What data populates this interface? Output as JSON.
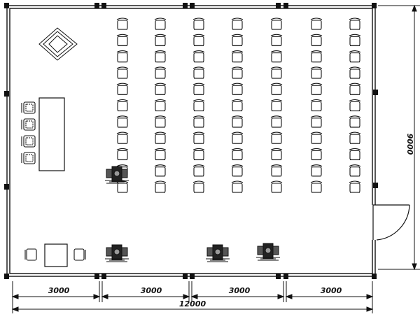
{
  "dimensions": {
    "segments": [
      "3000",
      "3000",
      "3000",
      "3000"
    ],
    "total": "12000",
    "height": "9000"
  },
  "seating": {
    "columns": 7,
    "rows_per_column": [
      11,
      11,
      11,
      11,
      11,
      11,
      11
    ]
  },
  "colors": {
    "ink": "#111111",
    "background": "#ffffff"
  }
}
